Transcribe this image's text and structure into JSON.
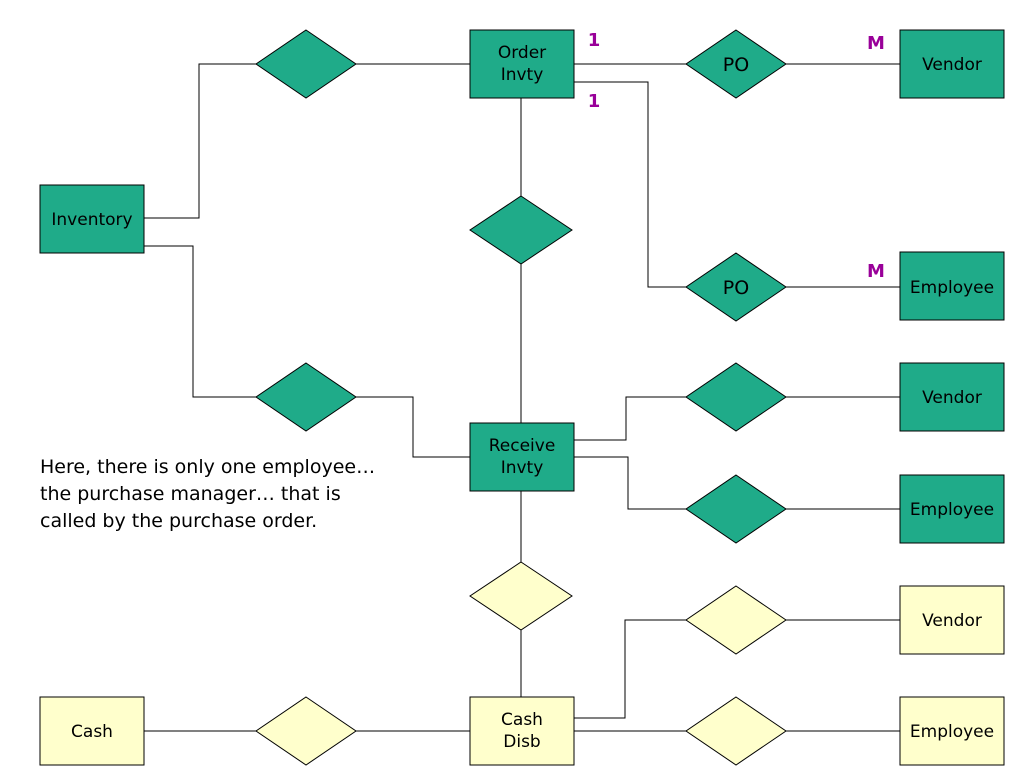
{
  "colors": {
    "teal": "#1FAB89",
    "cream": "#FFFFCC",
    "stroke": "#000000",
    "cardinality": "#990099"
  },
  "entities": {
    "order_invty": {
      "line1": "Order",
      "line2": "Invty"
    },
    "inventory": "Inventory",
    "vendor_1": "Vendor",
    "employee_1": "Employee",
    "vendor_2": "Vendor",
    "employee_2": "Employee",
    "receive_invty": {
      "line1": "Receive",
      "line2": "Invty"
    },
    "vendor_3": "Vendor",
    "employee_3": "Employee",
    "cash": "Cash",
    "cash_disb": {
      "line1": "Cash",
      "line2": "Disb"
    }
  },
  "relationships": {
    "po_vendor": "PO",
    "po_employee": "PO"
  },
  "cardinalities": {
    "order_vendor_1": "1",
    "order_employee_1": "1",
    "vendor_m": "M",
    "employee_m": "M"
  },
  "note": "Here, there is only one employee… the purchase manager… that is called by the purchase order."
}
